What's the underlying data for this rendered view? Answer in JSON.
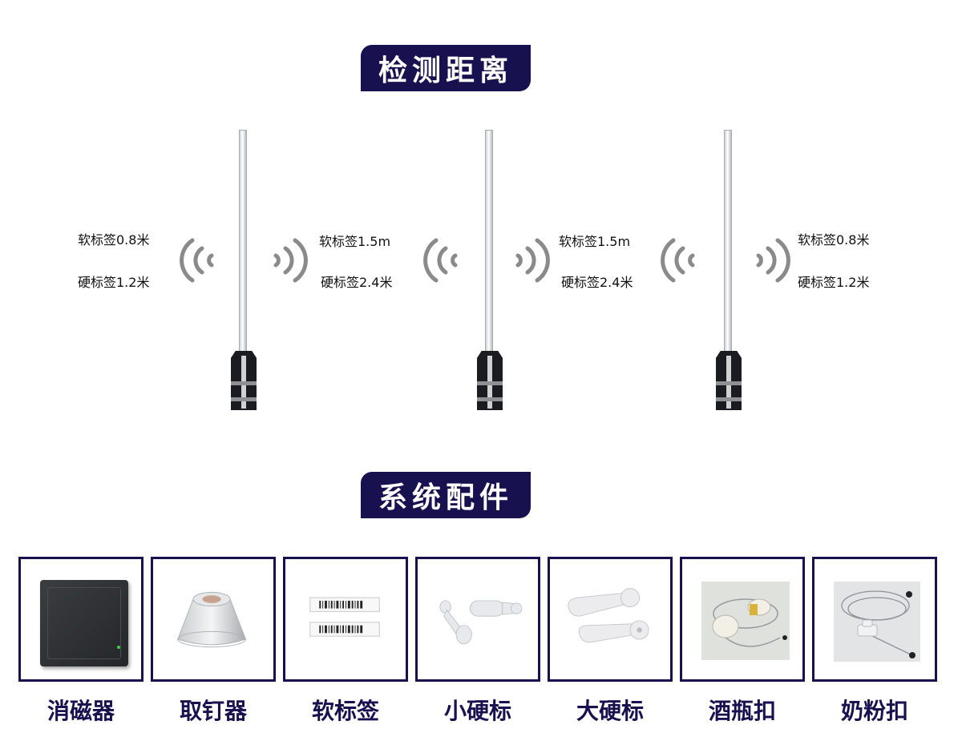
{
  "sections": {
    "detection_title": "检测距离",
    "accessories_title": "系统配件"
  },
  "detection": {
    "left": {
      "soft": "软标签0.8米",
      "hard": "硬标签1.2米"
    },
    "middle_left": {
      "soft": "软标签1.5m",
      "hard": "硬标签2.4米"
    },
    "middle_right": {
      "soft": "软标签1.5m",
      "hard": "硬标签2.4米"
    },
    "right": {
      "soft": "软标签0.8米",
      "hard": "硬标签1.2米"
    }
  },
  "accessories": [
    {
      "name": "消磁器",
      "icon": "deactivator-pad-icon"
    },
    {
      "name": "取钉器",
      "icon": "detacher-icon"
    },
    {
      "name": "软标签",
      "icon": "soft-label-icon"
    },
    {
      "name": "小硬标",
      "icon": "small-hard-tag-icon"
    },
    {
      "name": "大硬标",
      "icon": "large-hard-tag-icon"
    },
    {
      "name": "酒瓶扣",
      "icon": "bottle-tag-icon"
    },
    {
      "name": "奶粉扣",
      "icon": "can-tag-icon"
    }
  ],
  "colors": {
    "banner": "#17124f",
    "wave": "#8a8a8a",
    "border": "#17124f"
  }
}
